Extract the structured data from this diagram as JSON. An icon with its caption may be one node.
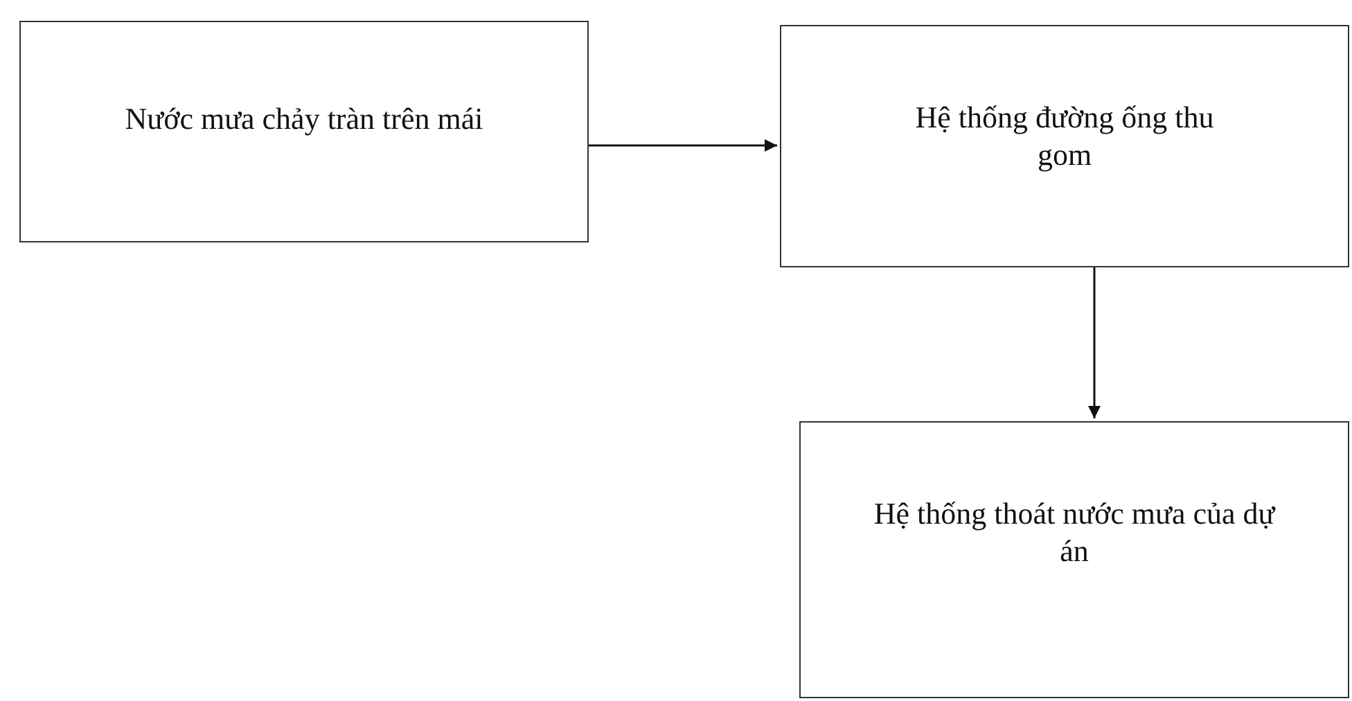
{
  "diagram": {
    "nodes": [
      {
        "text": [
          "Nước mưa chảy tràn trên mái"
        ]
      },
      {
        "text": [
          "Hệ thống đường ống thu gom"
        ]
      },
      {
        "text": [
          "Hệ thống thoát nước mưa của dự án"
        ]
      }
    ],
    "edges": [
      {
        "from": 0,
        "to": 1,
        "arrow": "to"
      },
      {
        "from": 1,
        "to": 2,
        "arrow": "to"
      }
    ]
  }
}
